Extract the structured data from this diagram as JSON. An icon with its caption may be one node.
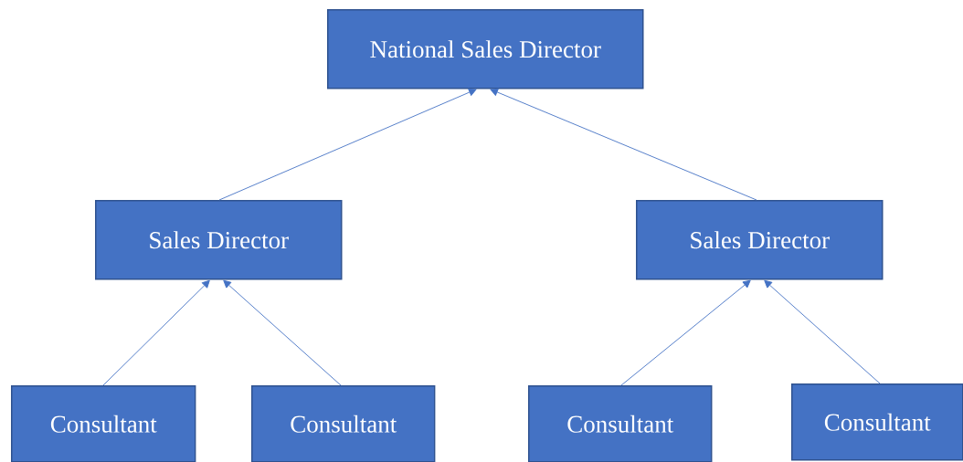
{
  "diagram": {
    "nodes": [
      {
        "text": [
          "National Sales Director"
        ]
      },
      {
        "text": [
          "Sales Director"
        ]
      },
      {
        "text": [
          "Sales Director"
        ]
      },
      {
        "text": [
          "Consultant"
        ]
      },
      {
        "text": [
          "Consultant"
        ]
      },
      {
        "text": [
          "Consultant"
        ]
      },
      {
        "text": [
          "Consultant"
        ]
      }
    ],
    "edges": [
      {
        "from": 1,
        "to": 0,
        "arrow": "to"
      },
      {
        "from": 2,
        "to": 0,
        "arrow": "to"
      },
      {
        "from": 3,
        "to": 1,
        "arrow": "to"
      },
      {
        "from": 4,
        "to": 1,
        "arrow": "to"
      },
      {
        "from": 5,
        "to": 2,
        "arrow": "to"
      },
      {
        "from": 6,
        "to": 2,
        "arrow": "to"
      }
    ]
  }
}
